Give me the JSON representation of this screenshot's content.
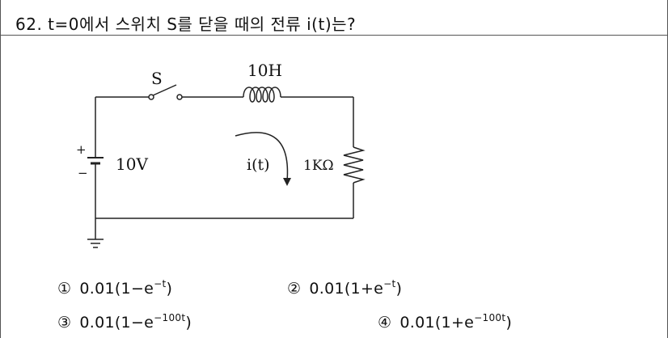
{
  "question": {
    "text": "62. t=0에서 스위치 S를 닫을 때의 전류 i(t)는?"
  },
  "circuit": {
    "switch_label": "S",
    "inductor_label": "10H",
    "source_label": "10V",
    "plus_label": "+",
    "minus_label": "−",
    "current_label": "i(t)",
    "resistor_label": "1KΩ"
  },
  "options": [
    {
      "number": "①",
      "base": "0.01(1−e",
      "exp": "−t",
      "close": ")"
    },
    {
      "number": "②",
      "base": "0.01(1+e",
      "exp": "−t",
      "close": ")"
    },
    {
      "number": "③",
      "base": "0.01(1−e",
      "exp": "−100t",
      "close": ")"
    },
    {
      "number": "④",
      "base": "0.01(1+e",
      "exp": "−100t",
      "close": ")"
    }
  ]
}
